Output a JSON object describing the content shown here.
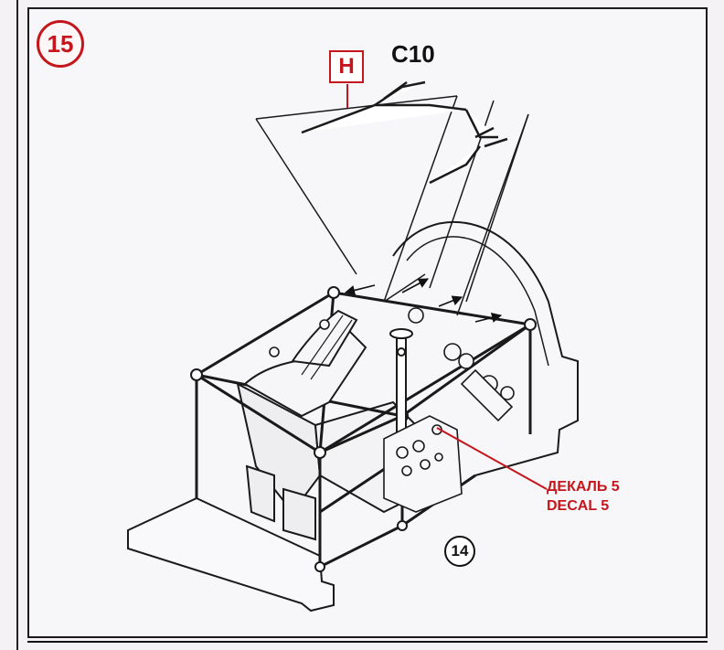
{
  "step": {
    "number": "15"
  },
  "parts": {
    "h_label": "H",
    "c10_label": "C10"
  },
  "decal": {
    "line_ru": "ДЕКАЛЬ 5",
    "line_en": "DECAL 5"
  },
  "reference_step": {
    "number": "14"
  },
  "colors": {
    "accent": "#c4161c",
    "ink": "#1a1a1a",
    "background": "#f4f2f5"
  }
}
